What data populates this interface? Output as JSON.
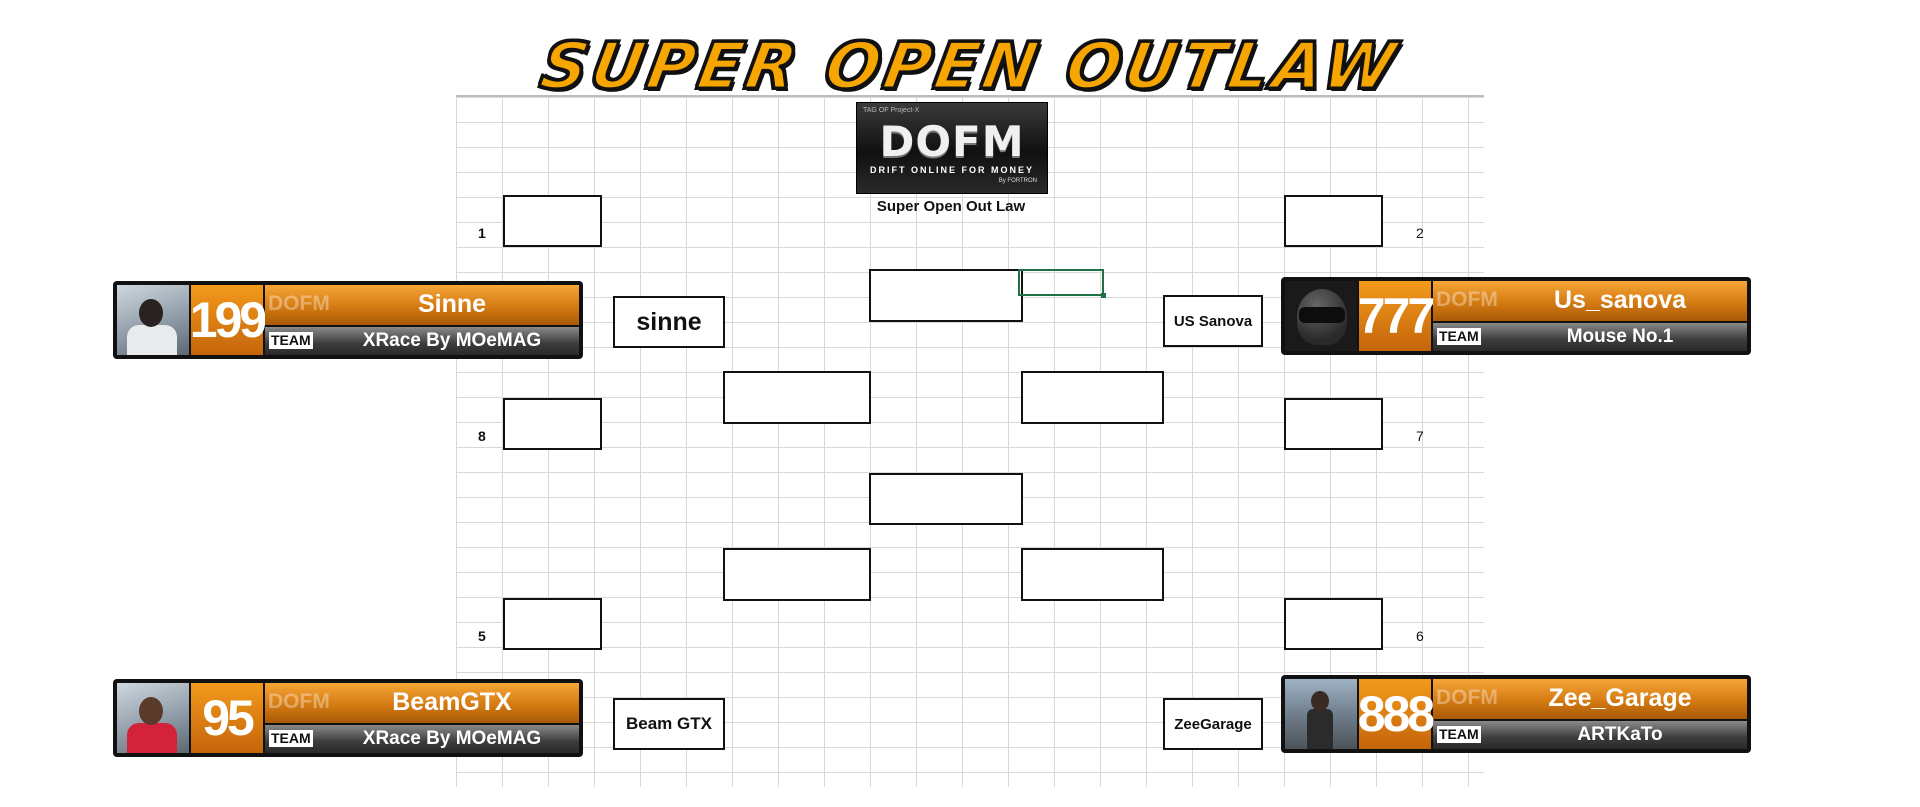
{
  "title": "SUPER OPEN OUTLAW",
  "logo": {
    "tiny": "TAG OF Project-X",
    "big": "DOFM",
    "tagline": "DRIFT ONLINE FOR MONEY",
    "by": "By FORTRON"
  },
  "subtitle": "Super Open Out Law",
  "seeds": {
    "s1": "1",
    "s8": "8",
    "s5": "5",
    "s2": "2",
    "s7": "7",
    "s6": "6"
  },
  "bracket": {
    "left_qf": [
      "sinne",
      "Beam GTX"
    ],
    "right_qf": [
      "US Sanova",
      "ZeeGarage"
    ]
  },
  "cards": [
    {
      "number": "199",
      "brand": "DOFM",
      "name": "Sinne",
      "team_label": "TEAM",
      "team": "XRace By MOeMAG"
    },
    {
      "number": "95",
      "brand": "DOFM",
      "name": "BeamGTX",
      "team_label": "TEAM",
      "team": "XRace By MOeMAG"
    },
    {
      "number": "777",
      "brand": "DOFM",
      "name": "Us_sanova",
      "team_label": "TEAM",
      "team": "Mouse No.1"
    },
    {
      "number": "888",
      "brand": "DOFM",
      "name": "Zee_Garage",
      "team_label": "TEAM",
      "team": "ARTKaTo"
    }
  ],
  "colors": {
    "title": "#f7a500",
    "card_orange": "#d47a12",
    "selection": "#1e7145"
  }
}
